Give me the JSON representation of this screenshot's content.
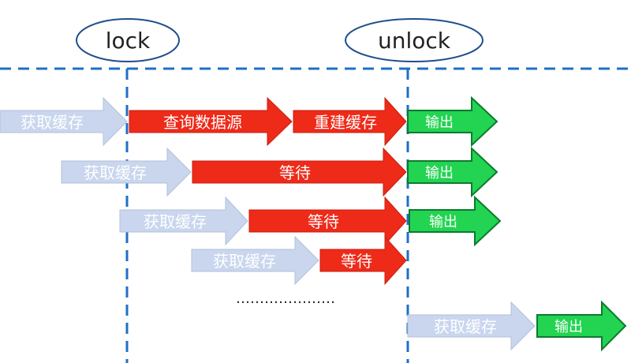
{
  "markers": {
    "lock": "lock",
    "unlock": "unlock"
  },
  "rows": [
    {
      "steps": [
        "获取缓存",
        "查询数据源",
        "重建缓存",
        "输出"
      ]
    },
    {
      "steps": [
        "获取缓存",
        "等待",
        "输出"
      ]
    },
    {
      "steps": [
        "获取缓存",
        "等待",
        "输出"
      ]
    },
    {
      "steps": [
        "获取缓存",
        "等待"
      ]
    },
    {
      "steps": [
        "获取缓存",
        "输出"
      ]
    }
  ],
  "ellipsis": "…………………",
  "colors": {
    "acquire": "#c9d6ee",
    "wait": "#ee2a19",
    "output": "#22d451",
    "guide": "#1f6fc5",
    "ellipse_stroke": "#1f4e8c"
  }
}
